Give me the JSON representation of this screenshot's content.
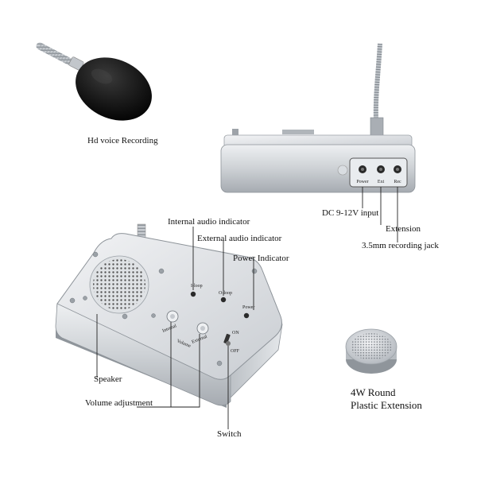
{
  "labels": {
    "mic": "Hd voice Recording",
    "dc_input": "DC 9-12V input",
    "extension": "Extension",
    "recording_jack": "3.5mm recording jack",
    "internal_audio": "Internal audio indicator",
    "external_audio": "External audio indicator",
    "power_indicator": "Power Indicator",
    "speaker": "Speaker",
    "volume_adjustment": "Volume adjustment",
    "switch": "Switch",
    "round_ext_line1": "4W Round",
    "round_ext_line2": "Plastic Extension"
  },
  "panel_text": {
    "i_loop": "I-loop",
    "o_loop": "O-loop",
    "power": "Power",
    "internal": "Internal",
    "external": "External",
    "volume": "Volume",
    "on": "ON",
    "off": "OFF"
  },
  "back_ports": {
    "power": "Power",
    "ext": "Ext",
    "rec": "Rec"
  },
  "colors": {
    "device_body": "#cfd2d6",
    "device_edge": "#9aa0a6",
    "foam": "#111111",
    "leader_line": "#222222",
    "led": "#2a2a2a"
  }
}
